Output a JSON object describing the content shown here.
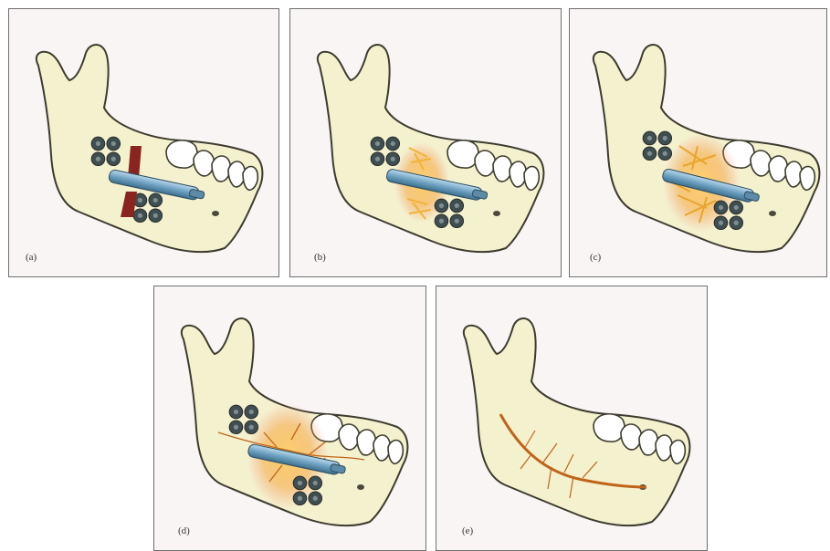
{
  "panels": [
    {
      "label": "(a)"
    },
    {
      "label": "(b)"
    },
    {
      "label": "(c)"
    },
    {
      "label": "(d)"
    },
    {
      "label": "(e)"
    }
  ],
  "colors": {
    "panel_bg": "#f8f5f4",
    "bone_fill": "#f4f1cf",
    "bone_stroke": "#3c3c2e",
    "tooth_fill": "#ffffff",
    "screw_fill": "#3f4e50",
    "pin_fill": "#86b6d2",
    "fracture_gap": "#8a2420",
    "callus_fill": "#f4b83a",
    "vessel_color": "#c0641a"
  }
}
